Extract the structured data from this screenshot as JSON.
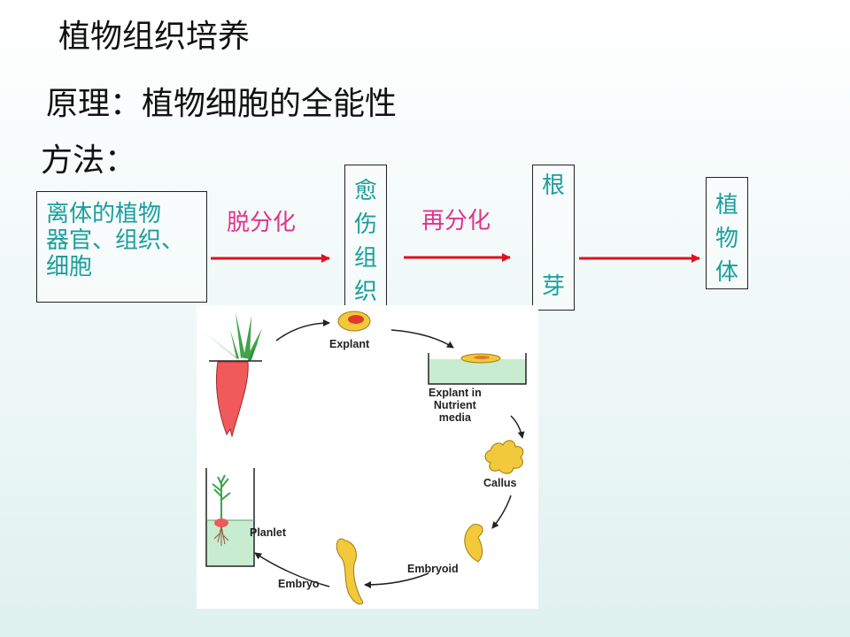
{
  "title": "植物组织培养",
  "principle": "原理：植物细胞的全能性",
  "method": "方法：",
  "flow": {
    "explant_text": "离体的植物\n器官、组织、\n细胞",
    "step1_label": "脱分化",
    "callus_chars": [
      "愈",
      "伤",
      "组",
      "织"
    ],
    "step2_label": "再分化",
    "root": "根",
    "bud": "芽",
    "plant_chars": [
      "植",
      "物",
      "体"
    ]
  },
  "illustration": {
    "explant": "Explant",
    "explant_media": "Explant in\nNutrient\nmedia",
    "callus": "Callus",
    "embryoid": "Embryoid",
    "embryo": "Embryo",
    "planlet": "Planlet"
  },
  "colors": {
    "box_text": "#1a9e9e",
    "step_label": "#e0338f",
    "arrow": "#e0101e",
    "tissue_yellow": "#f2c93a",
    "carrot": "#f05a5a",
    "media_green": "#c8ecd0"
  }
}
